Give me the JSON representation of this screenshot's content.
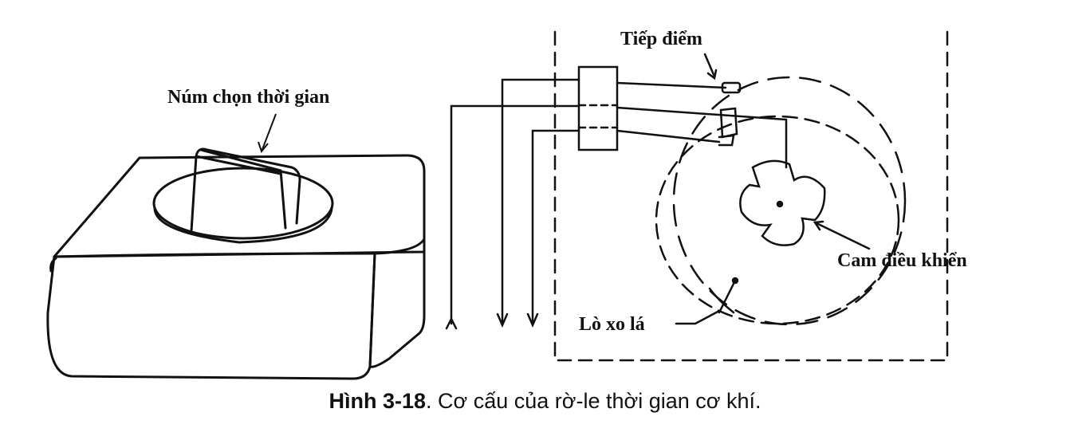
{
  "labels": {
    "knob": "Núm chọn thời gian",
    "contact": "Tiếp điểm",
    "cam": "Cam điều khiển",
    "spring": "Lò xo lá"
  },
  "caption": {
    "number": "Hình 3-18",
    "text": ". Cơ cấu của rờ-le thời gian cơ khí."
  }
}
